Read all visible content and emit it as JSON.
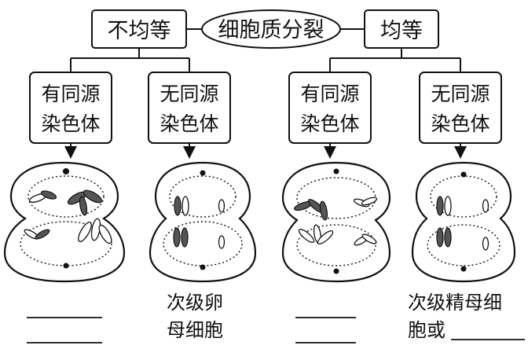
{
  "center": {
    "label": "细胞质分裂"
  },
  "left_branch": {
    "label": "不均等"
  },
  "right_branch": {
    "label": "均等"
  },
  "conditions": [
    {
      "line1": "有同源",
      "line2": "染色体"
    },
    {
      "line1": "无同源",
      "line2": "染色体"
    },
    {
      "line1": "有同源",
      "line2": "染色体"
    },
    {
      "line1": "无同源",
      "line2": "染色体"
    }
  ],
  "answers": [
    {
      "line1": "",
      "line2": ""
    },
    {
      "line1": "次级卵",
      "line2": "母细胞"
    },
    {
      "line1": "",
      "line2": ""
    },
    {
      "line1": "次级精母细",
      "line2": "胞或"
    }
  ]
}
